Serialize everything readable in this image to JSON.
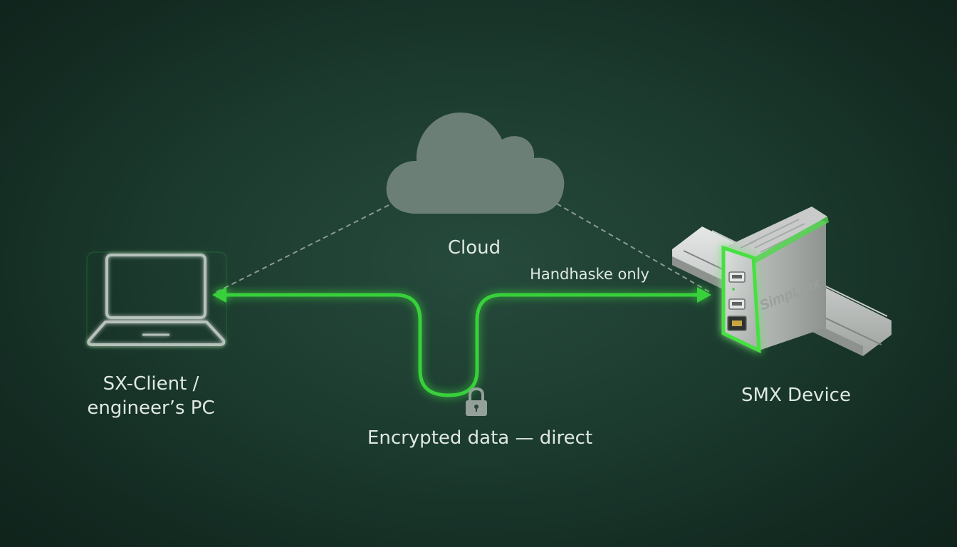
{
  "nodes": {
    "cloud": {
      "label": "Cloud"
    },
    "client": {
      "label_line1": "SX-Client /",
      "label_line2": "engineer’s PC"
    },
    "device": {
      "label": "SMX Device",
      "brand_text": "SimpLinx"
    }
  },
  "connections": {
    "handshake": {
      "label": "Handhaske only",
      "style": "dashed"
    },
    "data_path": {
      "label": "Encrypted data — direct",
      "icon": "lock-icon"
    }
  },
  "colors": {
    "accent_green": "#39d03a",
    "cloud_fill": "#6c7f76",
    "dashed_line": "#8a9a92",
    "background": "#1c3b2f"
  }
}
